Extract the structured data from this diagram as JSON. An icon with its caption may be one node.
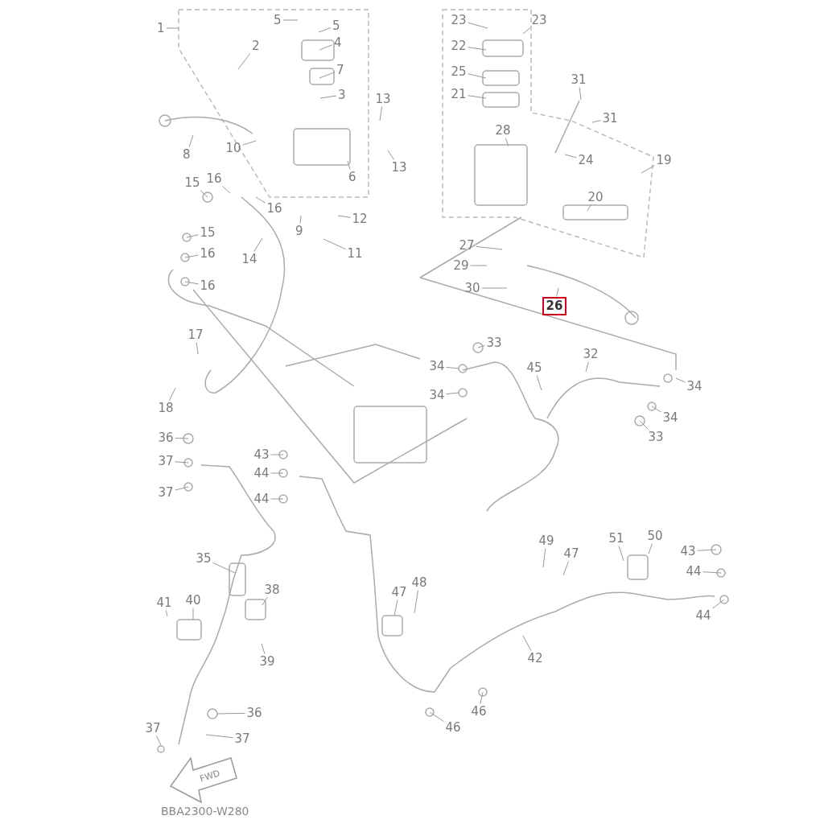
{
  "diagram": {
    "nodes": [
      {
        "text": [
          "1"
        ]
      },
      {
        "text": [
          "2"
        ]
      },
      {
        "text": [
          "5"
        ]
      },
      {
        "text": [
          "5"
        ]
      },
      {
        "text": [
          "4"
        ]
      },
      {
        "text": [
          "7"
        ]
      },
      {
        "text": [
          "3"
        ]
      },
      {
        "text": [
          "13"
        ]
      },
      {
        "text": [
          "10"
        ]
      },
      {
        "text": [
          "8"
        ]
      },
      {
        "text": [
          "13"
        ]
      },
      {
        "text": [
          "6"
        ]
      },
      {
        "text": [
          "15"
        ]
      },
      {
        "text": [
          "16"
        ]
      },
      {
        "text": [
          "16"
        ]
      },
      {
        "text": [
          "12"
        ]
      },
      {
        "text": [
          "9"
        ]
      },
      {
        "text": [
          "11"
        ]
      },
      {
        "text": [
          "15"
        ]
      },
      {
        "text": [
          "16"
        ]
      },
      {
        "text": [
          "14"
        ]
      },
      {
        "text": [
          "16"
        ]
      },
      {
        "text": [
          "17"
        ]
      },
      {
        "text": [
          "18"
        ]
      },
      {
        "text": [
          "23"
        ]
      },
      {
        "text": [
          "23"
        ]
      },
      {
        "text": [
          "22"
        ]
      },
      {
        "text": [
          "25"
        ]
      },
      {
        "text": [
          "21"
        ]
      },
      {
        "text": [
          "31"
        ]
      },
      {
        "text": [
          "31"
        ]
      },
      {
        "text": [
          "28"
        ]
      },
      {
        "text": [
          "24"
        ]
      },
      {
        "text": [
          "19"
        ]
      },
      {
        "text": [
          "20"
        ]
      },
      {
        "text": [
          "27"
        ]
      },
      {
        "text": [
          "29"
        ]
      },
      {
        "text": [
          "30"
        ]
      },
      {
        "text": [
          "26"
        ]
      },
      {
        "text": [
          "33"
        ]
      },
      {
        "text": [
          "34"
        ]
      },
      {
        "text": [
          "34"
        ]
      },
      {
        "text": [
          "45"
        ]
      },
      {
        "text": [
          "32"
        ]
      },
      {
        "text": [
          "34"
        ]
      },
      {
        "text": [
          "34"
        ]
      },
      {
        "text": [
          "33"
        ]
      },
      {
        "text": [
          "36"
        ]
      },
      {
        "text": [
          "37"
        ]
      },
      {
        "text": [
          "37"
        ]
      },
      {
        "text": [
          "43"
        ]
      },
      {
        "text": [
          "44"
        ]
      },
      {
        "text": [
          "44"
        ]
      },
      {
        "text": [
          "35"
        ]
      },
      {
        "text": [
          "38"
        ]
      },
      {
        "text": [
          "41"
        ]
      },
      {
        "text": [
          "40"
        ]
      },
      {
        "text": [
          "39"
        ]
      },
      {
        "text": [
          "49"
        ]
      },
      {
        "text": [
          "47"
        ]
      },
      {
        "text": [
          "51"
        ]
      },
      {
        "text": [
          "50"
        ]
      },
      {
        "text": [
          "43"
        ]
      },
      {
        "text": [
          "44"
        ]
      },
      {
        "text": [
          "47"
        ]
      },
      {
        "text": [
          "48"
        ]
      },
      {
        "text": [
          "44"
        ]
      },
      {
        "text": [
          "42"
        ]
      },
      {
        "text": [
          "46"
        ]
      },
      {
        "text": [
          "46"
        ]
      },
      {
        "text": [
          "36"
        ]
      },
      {
        "text": [
          "37"
        ]
      },
      {
        "text": [
          "37"
        ]
      }
    ],
    "edges": [
      {
        "from": 0,
        "to": null,
        "arrow": "none"
      },
      {
        "from": 1,
        "to": null,
        "arrow": "none"
      },
      {
        "from": 2,
        "to": null,
        "arrow": "none"
      },
      {
        "from": 3,
        "to": null,
        "arrow": "none"
      },
      {
        "from": 4,
        "to": null,
        "arrow": "none"
      },
      {
        "from": 5,
        "to": null,
        "arrow": "none"
      },
      {
        "from": 6,
        "to": null,
        "arrow": "none"
      },
      {
        "from": 7,
        "to": null,
        "arrow": "none"
      },
      {
        "from": 8,
        "to": null,
        "arrow": "none"
      },
      {
        "from": 9,
        "to": null,
        "arrow": "none"
      },
      {
        "from": 10,
        "to": null,
        "arrow": "none"
      },
      {
        "from": 11,
        "to": null,
        "arrow": "none"
      },
      {
        "from": 12,
        "to": null,
        "arrow": "none"
      },
      {
        "from": 13,
        "to": null,
        "arrow": "none"
      },
      {
        "from": 14,
        "to": null,
        "arrow": "none"
      },
      {
        "from": 15,
        "to": null,
        "arrow": "none"
      },
      {
        "from": 16,
        "to": null,
        "arrow": "none"
      },
      {
        "from": 17,
        "to": null,
        "arrow": "none"
      },
      {
        "from": 18,
        "to": null,
        "arrow": "none"
      },
      {
        "from": 19,
        "to": null,
        "arrow": "none"
      },
      {
        "from": 20,
        "to": null,
        "arrow": "none"
      },
      {
        "from": 21,
        "to": null,
        "arrow": "none"
      },
      {
        "from": 22,
        "to": null,
        "arrow": "none"
      },
      {
        "from": 23,
        "to": null,
        "arrow": "none"
      },
      {
        "from": 24,
        "to": null,
        "arrow": "none"
      },
      {
        "from": 25,
        "to": null,
        "arrow": "none"
      },
      {
        "from": 26,
        "to": null,
        "arrow": "none"
      },
      {
        "from": 27,
        "to": null,
        "arrow": "none"
      },
      {
        "from": 28,
        "to": null,
        "arrow": "none"
      },
      {
        "from": 29,
        "to": null,
        "arrow": "none"
      },
      {
        "from": 30,
        "to": null,
        "arrow": "none"
      },
      {
        "from": 31,
        "to": null,
        "arrow": "none"
      },
      {
        "from": 32,
        "to": null,
        "arrow": "none"
      },
      {
        "from": 33,
        "to": null,
        "arrow": "none"
      },
      {
        "from": 34,
        "to": null,
        "arrow": "none"
      },
      {
        "from": 35,
        "to": null,
        "arrow": "none"
      },
      {
        "from": 36,
        "to": null,
        "arrow": "none"
      },
      {
        "from": 37,
        "to": null,
        "arrow": "none"
      },
      {
        "from": 38,
        "to": null,
        "arrow": "none"
      },
      {
        "from": 39,
        "to": null,
        "arrow": "none"
      },
      {
        "from": 40,
        "to": null,
        "arrow": "none"
      },
      {
        "from": 41,
        "to": null,
        "arrow": "none"
      },
      {
        "from": 42,
        "to": null,
        "arrow": "none"
      },
      {
        "from": 43,
        "to": null,
        "arrow": "none"
      },
      {
        "from": 44,
        "to": null,
        "arrow": "none"
      },
      {
        "from": 45,
        "to": null,
        "arrow": "none"
      },
      {
        "from": 46,
        "to": null,
        "arrow": "none"
      },
      {
        "from": 47,
        "to": null,
        "arrow": "none"
      },
      {
        "from": 48,
        "to": null,
        "arrow": "none"
      },
      {
        "from": 49,
        "to": null,
        "arrow": "none"
      },
      {
        "from": 50,
        "to": null,
        "arrow": "none"
      },
      {
        "from": 51,
        "to": null,
        "arrow": "none"
      },
      {
        "from": 52,
        "to": null,
        "arrow": "none"
      },
      {
        "from": 53,
        "to": null,
        "arrow": "none"
      },
      {
        "from": 54,
        "to": null,
        "arrow": "none"
      },
      {
        "from": 55,
        "to": null,
        "arrow": "none"
      },
      {
        "from": 56,
        "to": null,
        "arrow": "none"
      },
      {
        "from": 57,
        "to": null,
        "arrow": "none"
      },
      {
        "from": 58,
        "to": null,
        "arrow": "none"
      },
      {
        "from": 59,
        "to": null,
        "arrow": "none"
      },
      {
        "from": 60,
        "to": null,
        "arrow": "none"
      },
      {
        "from": 61,
        "to": null,
        "arrow": "none"
      },
      {
        "from": 62,
        "to": null,
        "arrow": "none"
      },
      {
        "from": 63,
        "to": null,
        "arrow": "none"
      },
      {
        "from": 64,
        "to": null,
        "arrow": "none"
      },
      {
        "from": 65,
        "to": null,
        "arrow": "none"
      },
      {
        "from": 66,
        "to": null,
        "arrow": "none"
      },
      {
        "from": 67,
        "to": null,
        "arrow": "none"
      },
      {
        "from": 68,
        "to": null,
        "arrow": "none"
      },
      {
        "from": 69,
        "to": null,
        "arrow": "none"
      },
      {
        "from": 70,
        "to": null,
        "arrow": "none"
      },
      {
        "from": 71,
        "to": null,
        "arrow": "none"
      },
      {
        "from": 72,
        "to": null,
        "arrow": "none"
      }
    ],
    "labels": [
      "FWD",
      "BBA2300-W280"
    ]
  }
}
